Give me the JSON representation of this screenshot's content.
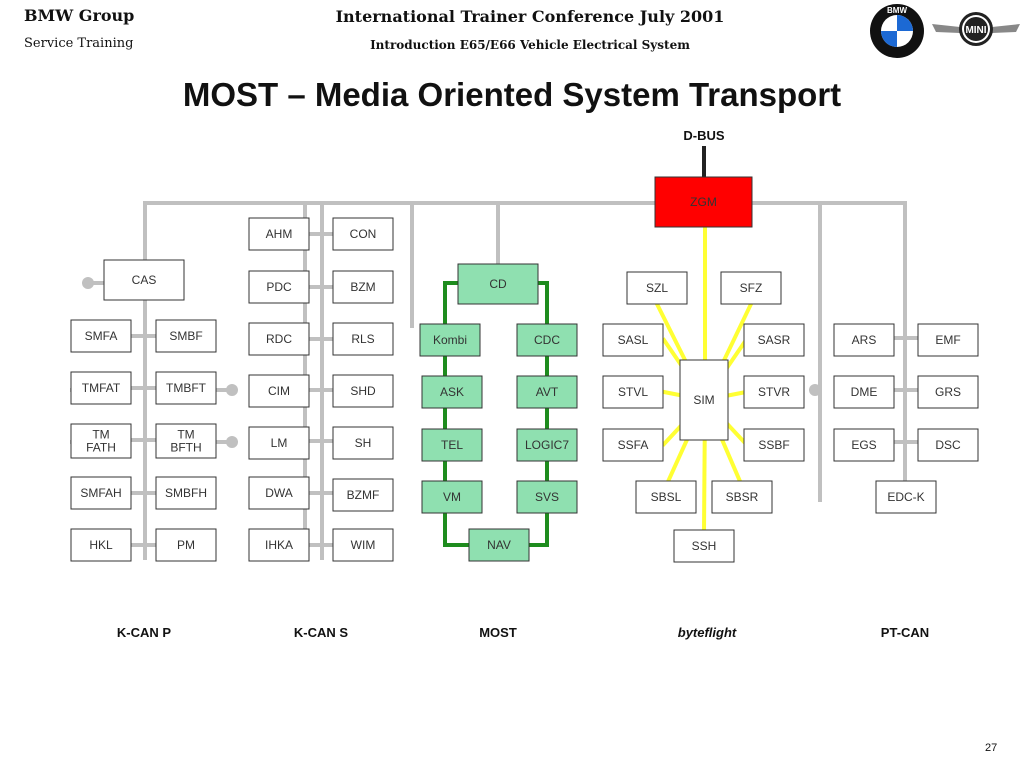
{
  "header": {
    "left_title": "BMW Group",
    "left_subtitle": "Service Training",
    "center_title": "International Trainer Conference July 2001",
    "center_subtitle": "Introduction E65/E66 Vehicle Electrical System"
  },
  "title": "MOST – Media Oriented System Transport",
  "top_bus": "D-BUS",
  "bus_labels": {
    "kcan_p": "K-CAN P",
    "kcan_s": "K-CAN S",
    "most": "MOST",
    "byteflight": "byteflight",
    "ptcan": "PT-CAN"
  },
  "nodes": {
    "zgm": "ZGM",
    "cas": "CAS",
    "smfa": "SMFA",
    "smbf": "SMBF",
    "tmfat": "TMFAT",
    "tmbft": "TMBFT",
    "tmfath": [
      "TM",
      "FATH"
    ],
    "tmbfth": [
      "TM",
      "BFTH"
    ],
    "smfah": "SMFAH",
    "smbfh": "SMBFH",
    "hkl": "HKL",
    "pm": "PM",
    "ahm": "AHM",
    "pdc": "PDC",
    "rdc": "RDC",
    "cim": "CIM",
    "lm": "LM",
    "dwa": "DWA",
    "ihka": "IHKA",
    "con": "CON",
    "bzm": "BZM",
    "rls": "RLS",
    "shd": "SHD",
    "sh": "SH",
    "bzmf": "BZMF",
    "wim": "WIM",
    "cd": "CD",
    "kombi": "Kombi",
    "cdc": "CDC",
    "ask": "ASK",
    "avt": "AVT",
    "tel": "TEL",
    "logic7": "LOGIC7",
    "vm": "VM",
    "svs": "SVS",
    "nav": "NAV",
    "szl": "SZL",
    "sfz": "SFZ",
    "sasl": "SASL",
    "sasr": "SASR",
    "stvl": "STVL",
    "stvr": "STVR",
    "ssfa": "SSFA",
    "ssbf": "SSBF",
    "sim": "SIM",
    "sbsl": "SBSL",
    "sbsr": "SBSR",
    "ssh": "SSH",
    "ars": "ARS",
    "emf": "EMF",
    "dme": "DME",
    "grs": "GRS",
    "egs": "EGS",
    "dsc": "DSC",
    "edck": "EDC-K"
  },
  "colors": {
    "gray_bus": "#c0c0c0",
    "most_ring": "#1e8c1e",
    "most_node": "#8fe0b0",
    "byteflight": "#ffff33",
    "zgm": "#ff0000",
    "dbus": "#222222"
  },
  "logos": {
    "bmw_ring": "BMW",
    "mini": "MINI"
  },
  "page_number": "27"
}
